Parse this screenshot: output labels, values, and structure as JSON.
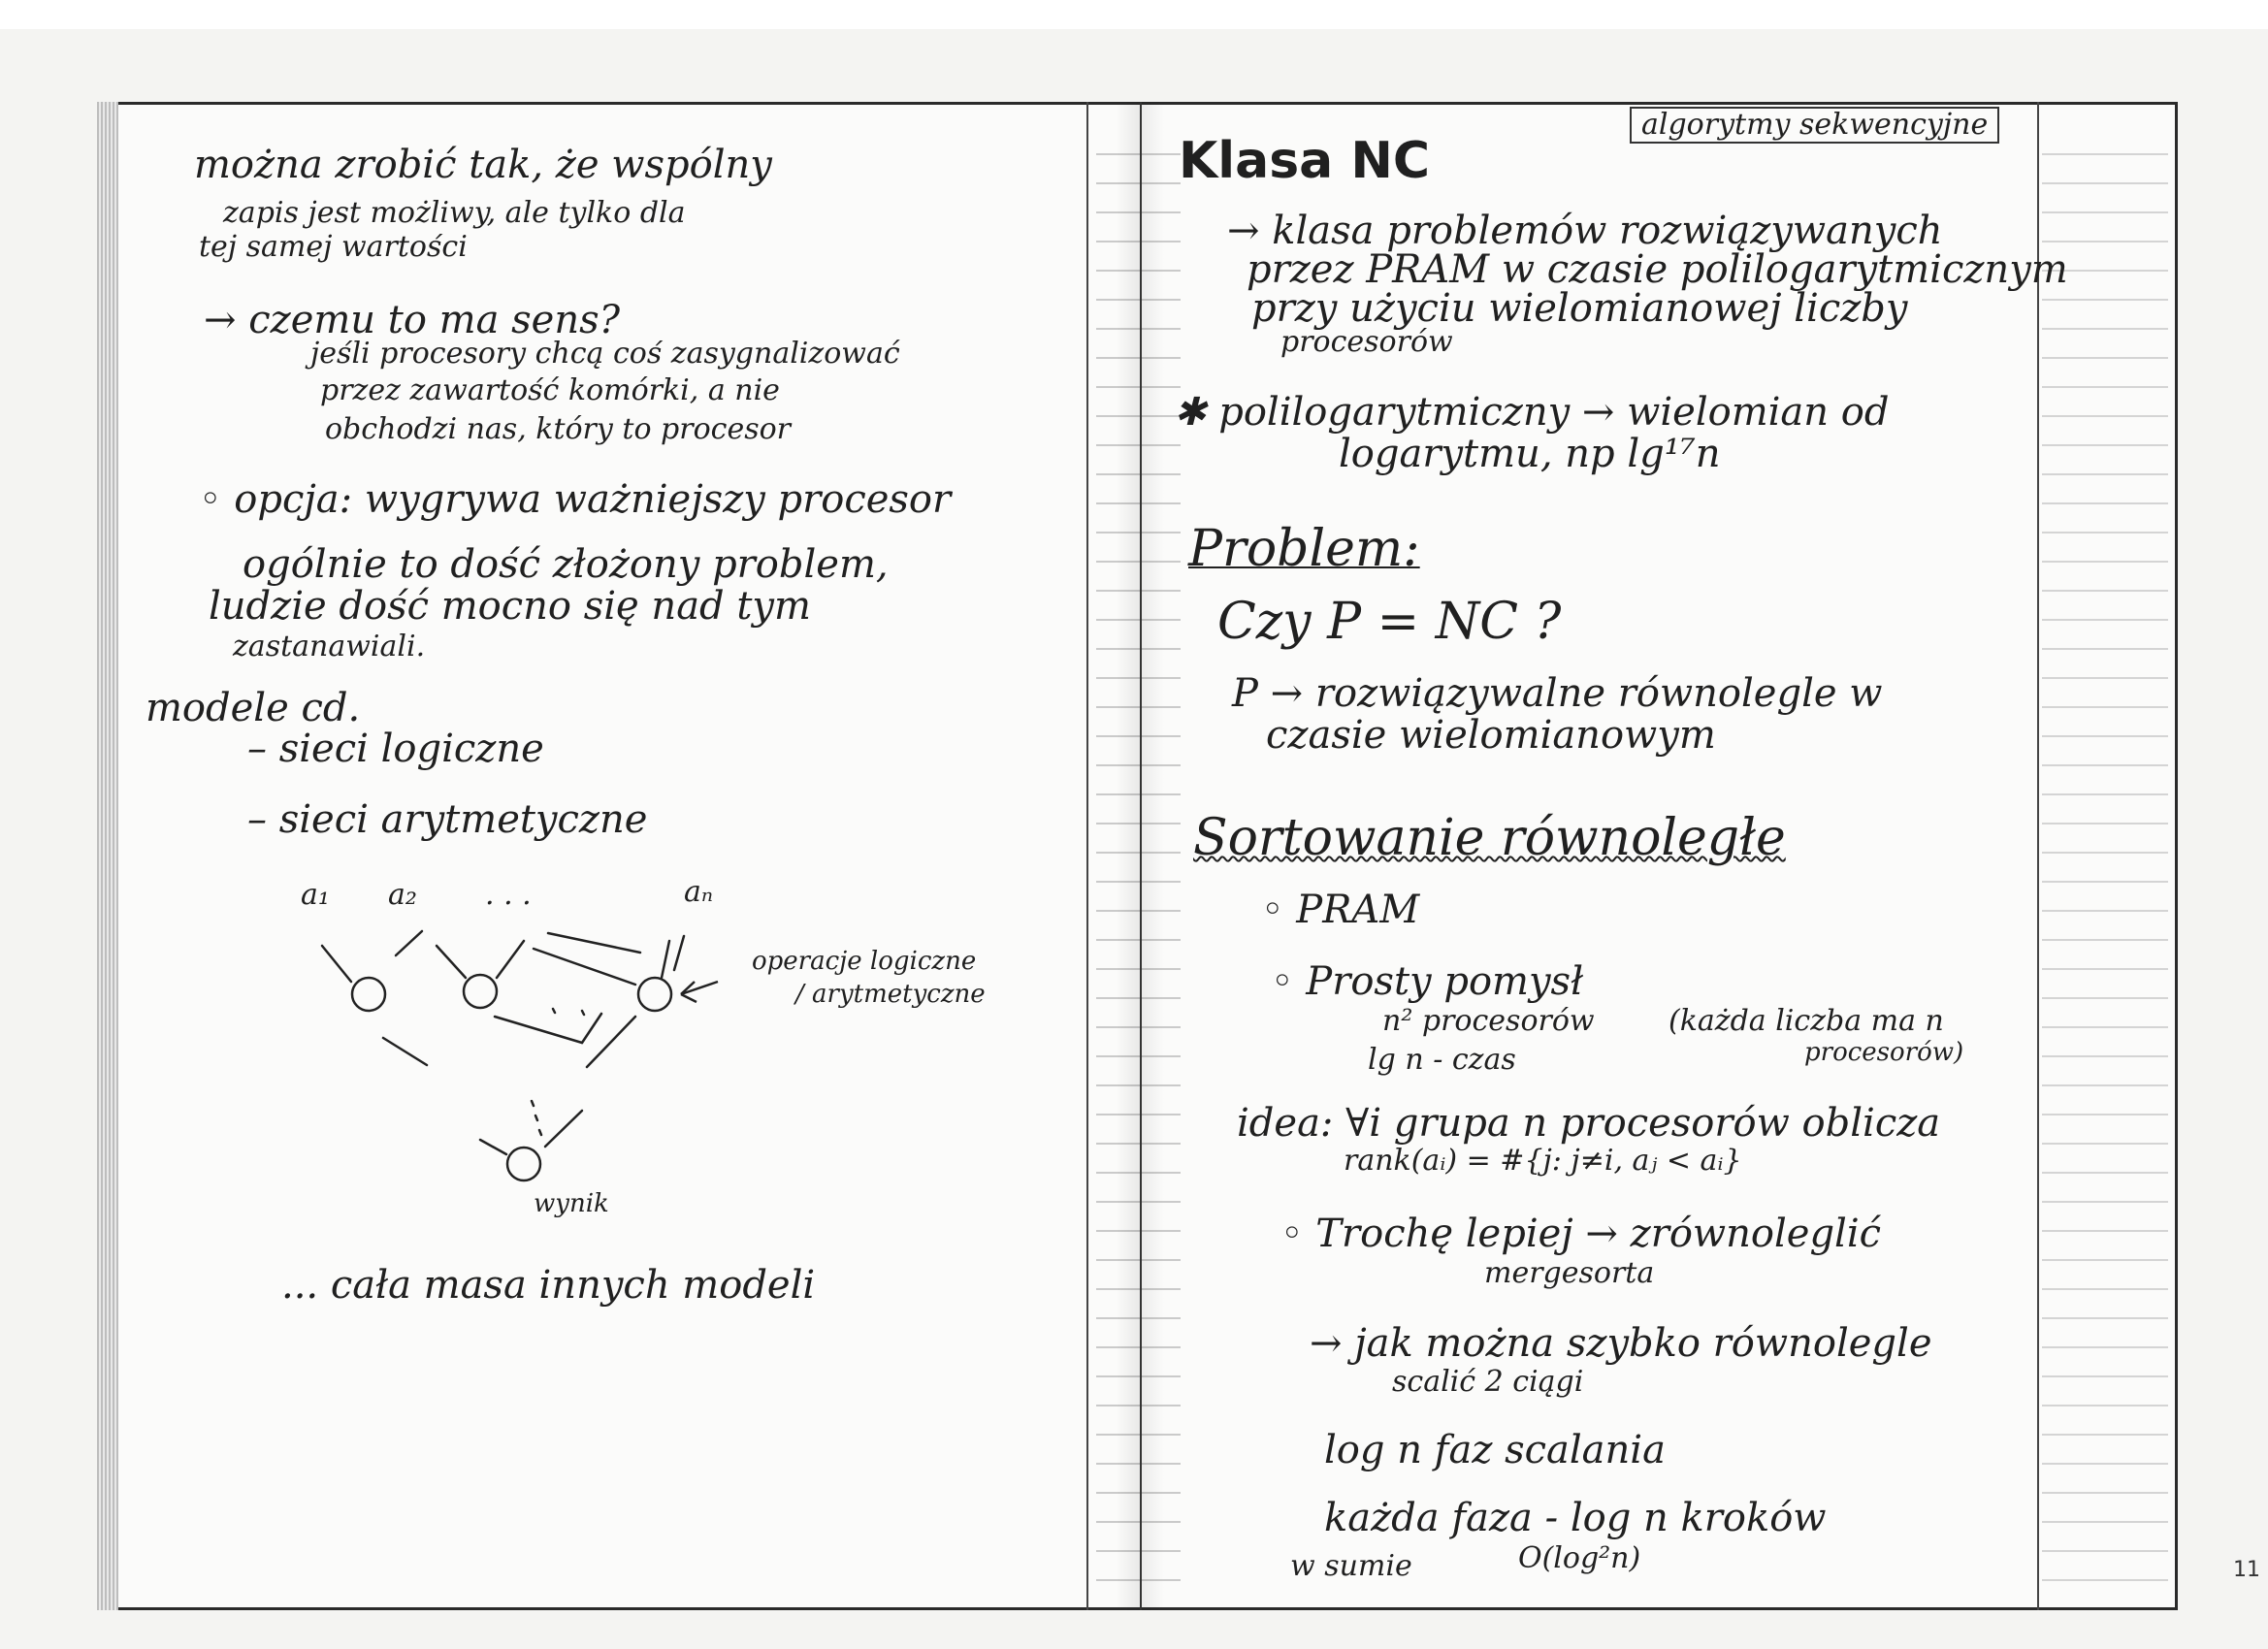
{
  "left_page": {
    "intro": [
      "można zrobić tak, że wspólny",
      "zapis jest możliwy, ale tylko dla",
      "tej samej wartości"
    ],
    "why_question": "→ czemu to ma sens?",
    "why_answer": [
      "jeśli procesory chcą coś zasygnalizować",
      "przez zawartość komórki, a nie",
      "obchodzi nas, który to procesor"
    ],
    "option": "◦ opcja: wygrywa ważniejszy procesor",
    "general": [
      "ogólnie to dość złożony problem,",
      "ludzie dość mocno się nad tym",
      "zastanawiali."
    ],
    "models_heading": "modele cd.",
    "models": [
      "– sieci logiczne",
      "– sieci arytmetyczne"
    ],
    "diagram": {
      "inputs": [
        "a₁",
        "a₂",
        ". . .",
        "aₙ"
      ],
      "ops_label": [
        "operacje logiczne",
        "/ arytmetyczne"
      ],
      "result_label": "wynik"
    },
    "closing": "... cała masa innych modeli"
  },
  "right_page": {
    "corner_box": "algorytmy sekwencyjne",
    "title": "Klasa NC",
    "definition": [
      "→ klasa problemów rozwiązywanych",
      "przez PRAM w czasie polilogarytmicznym",
      "przy użyciu wielomianowej liczby",
      "procesorów"
    ],
    "polylog": [
      "✱ polilogarytmiczny → wielomian od",
      "logarytmu, np lg¹⁷n"
    ],
    "problem_heading": "Problem:",
    "problem_question": "Czy P = NC ?",
    "p_definition": [
      "P → rozwiązywalne równolegle w",
      "czasie wielomianowym"
    ],
    "sorting_heading": "Sortowanie równoległe",
    "pram": "◦ PRAM",
    "simple_idea": "◦ Prosty pomysł",
    "simple_idea_detail": [
      "n² procesorów",
      "(każda liczba ma n",
      "procesorów)",
      "lg n - czas"
    ],
    "idea": [
      "idea: ∀i grupa n procesorów oblicza",
      "rank(aᵢ) = #{j: j≠i, aⱼ < aᵢ}"
    ],
    "better": [
      "◦ Trochę lepiej → zrównoleglić",
      "mergesorta"
    ],
    "merge_question": [
      "→ jak można szybko równolegle",
      "scalić 2 ciągi"
    ],
    "phases": "log n faz scalania",
    "each_phase": "każda faza - log n kroków",
    "total": [
      "w sumie",
      "O(log²n)"
    ]
  },
  "page_number": "11"
}
